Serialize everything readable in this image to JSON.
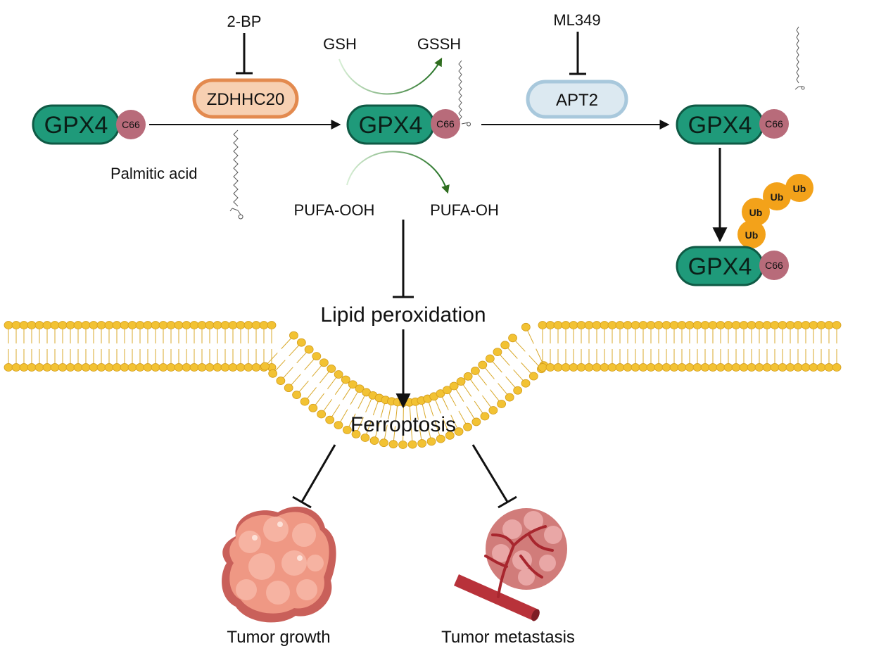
{
  "protein": {
    "label": "GPX4",
    "residue": "C66"
  },
  "inhibitors": {
    "palmitoylation": "2-BP",
    "depalmitoylation": "ML349"
  },
  "enzymes": {
    "palmitoyltransferase": "ZDHHC20",
    "thioesterase": "APT2"
  },
  "substrates": {
    "palmitic_acid": "Palmitic acid",
    "gsh": "GSH",
    "gssh": "GSSH",
    "pufa_ooh": "PUFA-OOH",
    "pufa_oh": "PUFA-OH"
  },
  "ubiquitin": {
    "label": "Ub"
  },
  "process": {
    "lipid_peroxidation": "Lipid peroxidation",
    "ferroptosis": "Ferroptosis"
  },
  "outcomes": {
    "growth": "Tumor growth",
    "metastasis": "Tumor metastasis"
  },
  "colors": {
    "gpx4_fill": "#1f9a7a",
    "gpx4_stroke": "#0f5a45",
    "c66_fill": "#b86b7a",
    "zdhhc20_fill": "#f7d0b2",
    "zdhhc20_stroke": "#e38a4f",
    "apt2_fill": "#dce9f1",
    "apt2_stroke": "#a8c8dc",
    "ub_fill": "#f3a21a",
    "membrane_head": "#f2c233",
    "green_arrow": "#2f7a2f",
    "tumor": "#e98474",
    "vessel": "#b8323a"
  }
}
